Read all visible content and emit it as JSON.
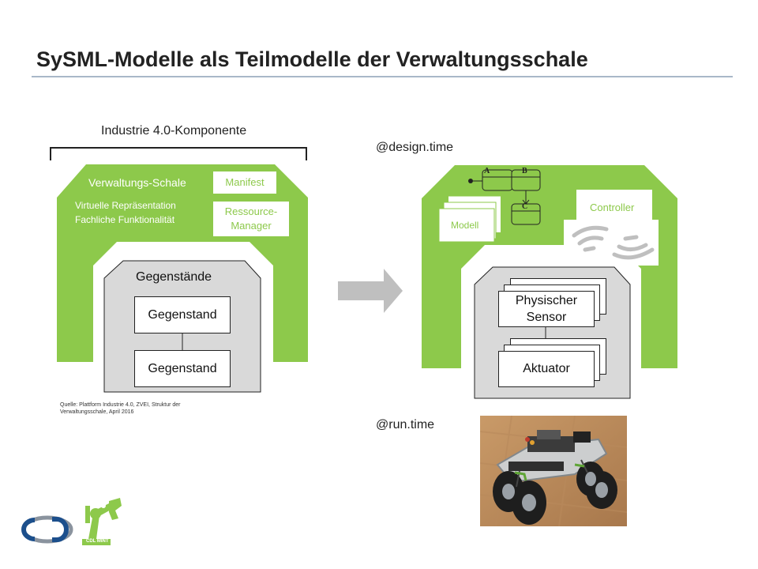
{
  "title": "SySML-Modelle als Teilmodelle der Verwaltungsschale",
  "left": {
    "bracket_label": "Industrie 4.0-Komponente",
    "shell_label": "Verwaltungs-Schale",
    "shell_desc_1": "Virtuelle Repräsentation",
    "shell_desc_2": "Fachliche Funktionalität",
    "manifest": "Manifest",
    "resource_manager_1": "Ressource-",
    "resource_manager_2": "Manager",
    "objects_label": "Gegenstände",
    "object_1": "Gegenstand",
    "object_2": "Gegenstand",
    "source_1": "Quelle: Plattform Industrie 4.0, ZVEI, Struktur der",
    "source_2": "Verwaltungsschale,  April 2016"
  },
  "right": {
    "design_time": "@design.time",
    "run_time": "@run.time",
    "model": "Modell",
    "controller": "Controller",
    "sensor_1": "Physischer",
    "sensor_2": "Sensor",
    "actuator": "Aktuator",
    "state_a": "A",
    "state_b": "B",
    "state_c": "C"
  },
  "logos": {
    "right_logo_text": "CDL MINT"
  },
  "colors": {
    "green": "#8dc94b",
    "gray_fill": "#d9d9d9",
    "arrow_gray": "#bfbfbf"
  }
}
